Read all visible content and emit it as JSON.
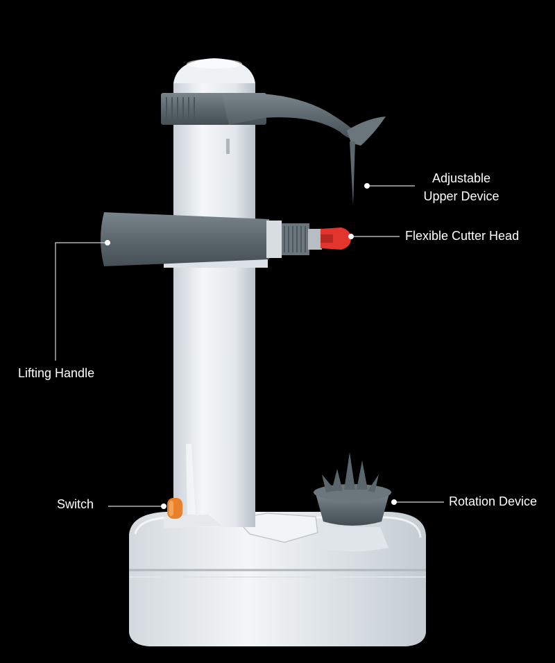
{
  "colors": {
    "background": "#000000",
    "body_white": "#e9edf1",
    "accent_gray": "#5e6b71",
    "cutter_red": "#e2352d",
    "switch_orange": "#e9802a",
    "callout_line": "#d9d9d9"
  },
  "callouts": {
    "upper_device_line1": "Adjustable",
    "upper_device_line2": "Upper Device",
    "cutter_head": "Flexible Cutter Head",
    "lifting_handle": "Lifting Handle",
    "switch": "Switch",
    "rotation_device": "Rotation Device"
  }
}
